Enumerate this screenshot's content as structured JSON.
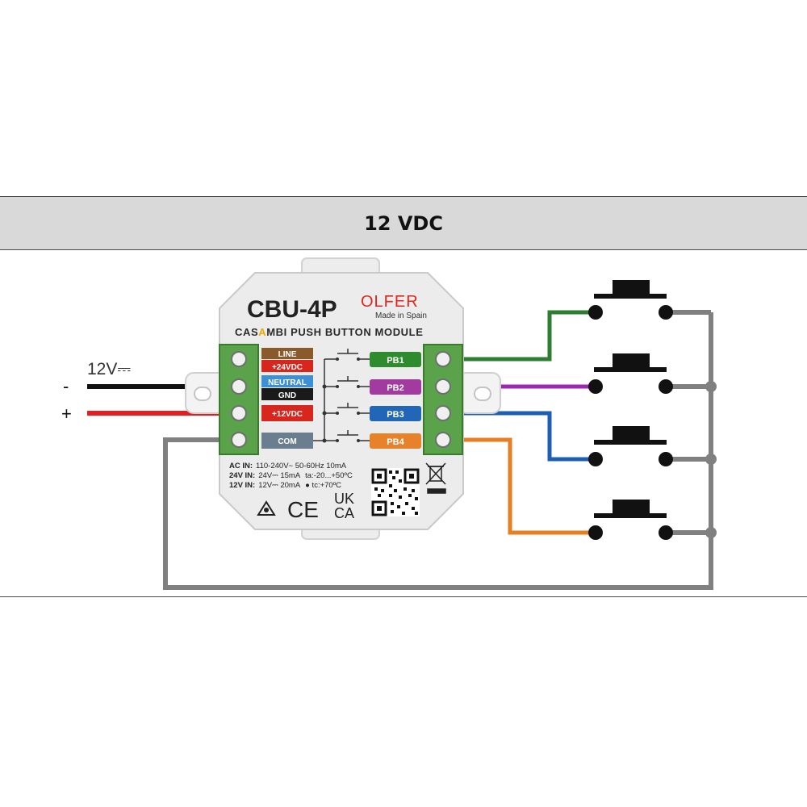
{
  "header": {
    "title": "12 VDC"
  },
  "supply": {
    "voltage_label": "12V⎓",
    "minus": "-",
    "plus": "+"
  },
  "module": {
    "model": "CBU-4P",
    "brand": "OLFER",
    "made_in": "Made in Spain",
    "subtitle_pre": "CAS",
    "subtitle_accent": "A",
    "subtitle_post": "MBI PUSH  BUTTON MODULE",
    "terminals_left": [
      {
        "top": "LINE",
        "bottom": "+24VDC",
        "top_color": "#8b5a2b",
        "bottom_color": "#d7261e"
      },
      {
        "top": "NEUTRAL",
        "bottom": "GND",
        "top_color": "#3d8fd6",
        "bottom_color": "#1a1a1a"
      },
      {
        "top": "",
        "bottom": "+12VDC",
        "top_color": "",
        "bottom_color": "#d7261e"
      },
      {
        "top": "",
        "bottom": "COM",
        "top_color": "",
        "bottom_color": "#6b7e8f"
      }
    ],
    "pb_labels": [
      {
        "label": "PB1",
        "color": "#2e8b2e"
      },
      {
        "label": "PB2",
        "color": "#a23aa0"
      },
      {
        "label": "PB3",
        "color": "#2266b8"
      },
      {
        "label": "PB4",
        "color": "#e8822a"
      }
    ],
    "specs": {
      "ac_label": "AC IN:",
      "ac_value": "110-240V~ 50-60Hz 10mA",
      "dc24_label": "24V IN:",
      "dc24_value": "24V⎓ 15mA",
      "ta": "ta:-20...+50ºC",
      "dc12_label": "12V IN:",
      "dc12_value": "12V⎓ 20mA",
      "tc": "● tc:+70ºC"
    },
    "marks": {
      "ce": "CE",
      "ukca_top": "UK",
      "ukca_bottom": "CA"
    }
  },
  "wire_colors": {
    "black": "#111111",
    "red": "#e81c1c",
    "gray": "#808080",
    "green": "#2e7d32",
    "purple": "#9c27b0",
    "blue": "#1e5fb4",
    "orange": "#e67e22"
  }
}
